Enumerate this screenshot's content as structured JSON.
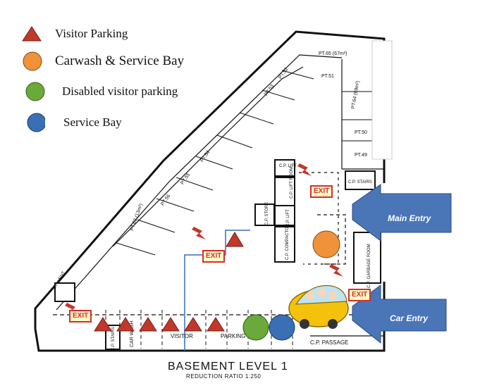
{
  "legend": [
    {
      "label": "Visitor Parking",
      "shape": "triangle",
      "color": "#c0392b"
    },
    {
      "label": "Carwash & Service Bay",
      "shape": "circle",
      "color": "#f0923a"
    },
    {
      "label": "Disabled visitor parking",
      "shape": "circle",
      "color": "#6aaa3a"
    },
    {
      "label": "Service Bay",
      "shape": "circle",
      "color": "#3a6fb5"
    }
  ],
  "map": {
    "title": "BASEMENT LEVEL 1",
    "subtitle": "REDUCTION RATIO 1:250",
    "entries": {
      "main": "Main Entry",
      "car": "Car Entry"
    },
    "exit_label": "EXIT",
    "rooms": {
      "cp_lift_1": "C.P. LIFT",
      "cp_lift_room": "C.P. LIFT ROOM",
      "cp_store": "C.P. STORE",
      "cp_lift_2": "C.P. LIFT",
      "cp_compactor": "C.P. COMPACTOR",
      "cp_stairs_right": "C.P. STAIRS",
      "cp_garbage": "C.P. GARBAGE ROOM",
      "cp_vent": "C.P. VENT",
      "cp_stairs_left": "C.P. STAIRS",
      "carwash": "CAR WASH",
      "visitor": "VISITOR",
      "parking": "PARKING",
      "passage": "C.P. PASSAGE"
    },
    "lots": [
      "PT.65 (67m²)",
      "PT.51",
      "PT.52",
      "PT.53",
      "PT.54",
      "PT.55",
      "PT.56",
      "PT.63 (13m²)",
      "PT.64 (69m²)",
      "PT.50",
      "PT.49"
    ],
    "colors": {
      "arrow": "#4a76b8",
      "exit_border": "#d32f2f",
      "lightning": "#c0392b"
    }
  }
}
